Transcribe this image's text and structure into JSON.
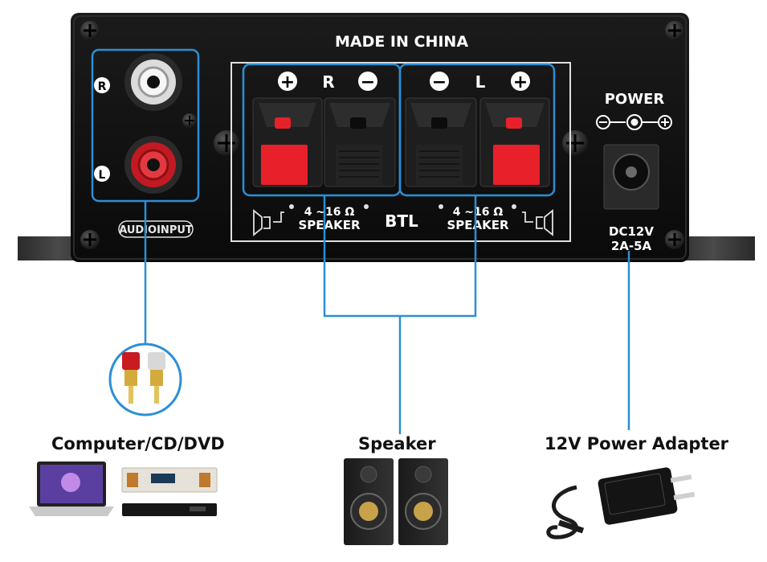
{
  "panel": {
    "made_in": "MADE IN CHINA",
    "input_label_r": "R",
    "input_label_l": "L",
    "audio_input_label": "AUDIOINPUT",
    "terminal_plus": "+",
    "terminal_minus": "−",
    "channel_r": "R",
    "channel_l": "L",
    "impedance_left": "4 ~16 Ω",
    "speaker_left": "SPEAKER",
    "btl": "BTL",
    "impedance_right": "4 ~16 Ω",
    "speaker_right": "SPEAKER",
    "power_label": "POWER",
    "dc_rating": "DC12V",
    "current_rating": "2A-5A"
  },
  "connections": [
    {
      "id": "source",
      "caption": "Computer/CD/DVD"
    },
    {
      "id": "speaker",
      "caption": "Speaker"
    },
    {
      "id": "power",
      "caption": "12V Power Adapter"
    }
  ],
  "colors": {
    "connector_blue": "#2b8fd6",
    "chassis": "#101010",
    "terminal_red": "#e8202a",
    "terminal_black": "#1c1c1c"
  }
}
